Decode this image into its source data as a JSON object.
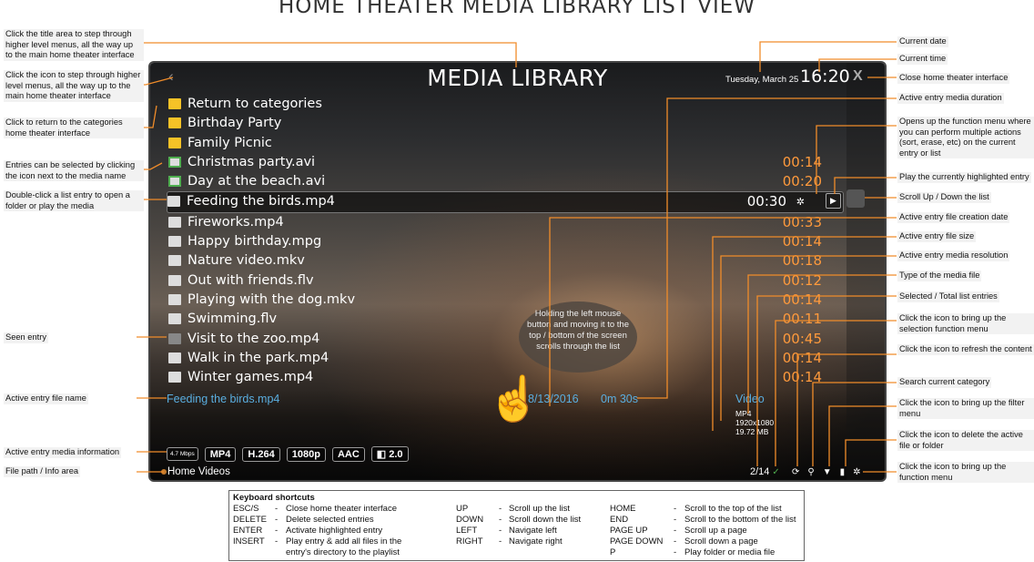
{
  "page_title": "HOME THEATER MEDIA LIBRARY LIST VIEW",
  "app": {
    "title": "MEDIA LIBRARY",
    "back_glyph": "‹",
    "date": "Tuesday, March 25",
    "time": "16:20",
    "close_glyph": "X"
  },
  "entries": [
    {
      "name": "Return to categories",
      "icon": "return-folder",
      "duration": ""
    },
    {
      "name": "Birthday Party",
      "icon": "folder",
      "duration": ""
    },
    {
      "name": "Family Picnic",
      "icon": "folder",
      "duration": ""
    },
    {
      "name": "Christmas party.avi",
      "icon": "clapper-selected",
      "duration": "00:14"
    },
    {
      "name": "Day at the beach.avi",
      "icon": "clapper-selected",
      "duration": "00:20"
    },
    {
      "name": "Feeding the birds.mp4",
      "icon": "clapper",
      "duration": "00:30"
    },
    {
      "name": "Fireworks.mp4",
      "icon": "clapper",
      "duration": "00:33"
    },
    {
      "name": "Happy birthday.mpg",
      "icon": "clapper",
      "duration": "00:14"
    },
    {
      "name": "Nature video.mkv",
      "icon": "clapper",
      "duration": "00:18"
    },
    {
      "name": "Out with friends.flv",
      "icon": "clapper",
      "duration": "00:12"
    },
    {
      "name": "Playing with the dog.mkv",
      "icon": "clapper",
      "duration": "00:14"
    },
    {
      "name": "Swimming.flv",
      "icon": "clapper",
      "duration": "00:11"
    },
    {
      "name": "Visit to the zoo.mp4",
      "icon": "clapper-seen",
      "duration": "00:45"
    },
    {
      "name": "Walk in the park.mp4",
      "icon": "clapper",
      "duration": "00:14"
    },
    {
      "name": "Winter games.mp4",
      "icon": "clapper",
      "duration": "00:14"
    }
  ],
  "bubble_text": "Holding the left mouse button and moving it to the top / bottom of the screen scrolls through the list",
  "active": {
    "name": "Feeding the birds.mp4",
    "date": "8/13/2016",
    "duration": "0m 30s",
    "type": "Video",
    "format": "MP4",
    "resolution": "1920x1080",
    "size": "19.72 MB"
  },
  "badges": [
    "4.7 Mbps",
    "MP4",
    "H.264",
    "1080p",
    "AAC",
    "2.0"
  ],
  "path": "Home Videos",
  "counter": "2/14",
  "toolbar_icons": [
    "refresh-icon",
    "search-icon",
    "filter-icon",
    "trash-icon",
    "gear-icon"
  ],
  "callouts_left": [
    "Click the title area to step through higher level menus, all the way up to the main home theater interface",
    "Click the icon to step through higher level menus, all the way up to the main home theater interface",
    "Click to return to the categories home theater interface",
    "Entries can be selected by clicking the icon next to the media name",
    "Double-click a list entry to open a folder or play the media",
    "Seen entry",
    "Active entry file name",
    "Active entry media information",
    "File path / Info area"
  ],
  "callouts_right": [
    "Current date",
    "Current time",
    "Close home theater interface",
    "Active entry media duration",
    "Opens up the function menu where you can perform multiple actions (sort, erase, etc) on the current entry or list",
    "Play the currently highlighted entry",
    "Scroll Up / Down the list",
    "Active entry file creation date",
    "Active entry file size",
    "Active entry media resolution",
    "Type of the media file",
    "Selected / Total list entries",
    "Click the icon to bring up the selection function menu",
    "Click the icon to refresh the content",
    "Search current category",
    "Click the icon to bring up the filter menu",
    "Click the icon to delete the active file or folder",
    "Click the icon to bring up the function menu"
  ],
  "keyboard": {
    "title": "Keyboard shortcuts",
    "col1": [
      [
        "ESC/S",
        "Close home theater interface"
      ],
      [
        "DELETE",
        "Delete selected entries"
      ],
      [
        "ENTER",
        "Activate highlighted entry"
      ],
      [
        "INSERT",
        "Play entry & add all files in the"
      ],
      [
        "",
        "entry's directory to the playlist"
      ]
    ],
    "col2": [
      [
        "UP",
        "Scroll up the list"
      ],
      [
        "DOWN",
        "Scroll down the list"
      ],
      [
        "LEFT",
        "Navigate left"
      ],
      [
        "RIGHT",
        "Navigate right"
      ]
    ],
    "col3": [
      [
        "HOME",
        "Scroll to the top of the list"
      ],
      [
        "END",
        "Scroll to the bottom of the list"
      ],
      [
        "PAGE UP",
        "Scroll up a page"
      ],
      [
        "PAGE DOWN",
        "Scroll down a page"
      ],
      [
        "P",
        "Play folder or media file"
      ]
    ]
  }
}
